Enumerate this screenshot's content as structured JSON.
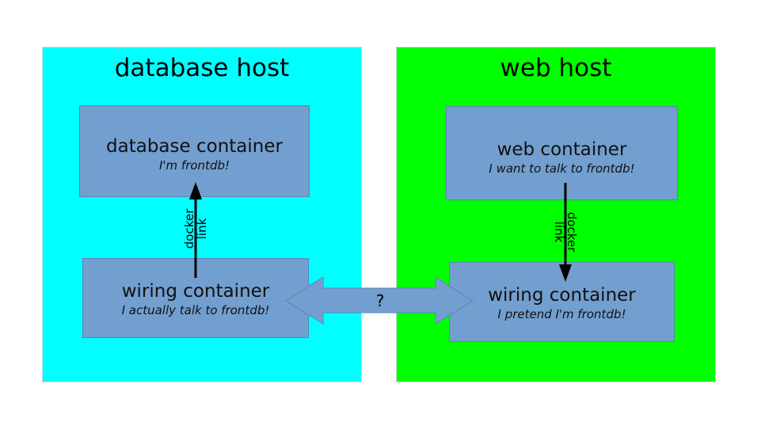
{
  "colors": {
    "database_host_bg": "#00ffff",
    "web_host_bg": "#00ff00",
    "container_bg": "#729fcf",
    "container_border": "#5a84b8",
    "arrow": "#000000"
  },
  "hosts": {
    "database": {
      "title": "database host",
      "containers": {
        "main": {
          "title": "database container",
          "subtitle": "I'm frontdb!"
        },
        "wiring": {
          "title": "wiring container",
          "subtitle": "I actually talk to frontdb!"
        }
      },
      "link": {
        "line1": "docker",
        "line2": "link",
        "direction": "up"
      }
    },
    "web": {
      "title": "web host",
      "containers": {
        "main": {
          "title": "web container",
          "subtitle": "I want to talk to frontdb!"
        },
        "wiring": {
          "title": "wiring container",
          "subtitle": "I pretend I'm frontdb!"
        }
      },
      "link": {
        "line1": "docker",
        "line2": "link",
        "direction": "down"
      }
    }
  },
  "connection": {
    "label": "?",
    "type": "bidirectional"
  }
}
